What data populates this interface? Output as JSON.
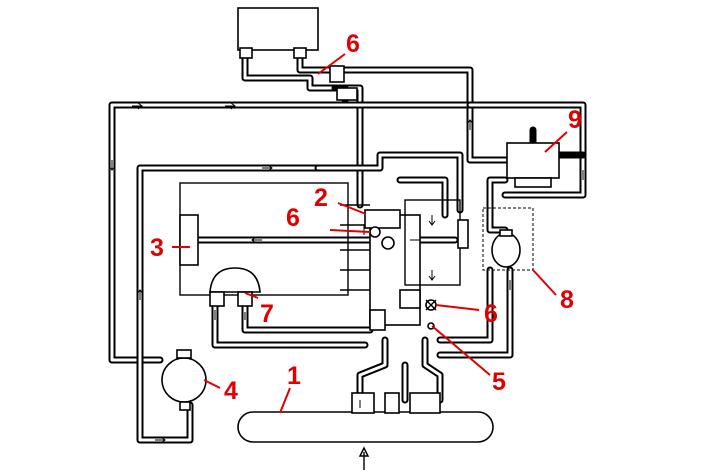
{
  "accent_color": "#e00000",
  "line_color": "#000000",
  "callouts": [
    {
      "id": "1",
      "label": "1"
    },
    {
      "id": "2",
      "label": "2"
    },
    {
      "id": "3",
      "label": "3"
    },
    {
      "id": "4",
      "label": "4"
    },
    {
      "id": "5",
      "label": "5"
    },
    {
      "id": "6a",
      "label": "6"
    },
    {
      "id": "6b",
      "label": "6"
    },
    {
      "id": "6c",
      "label": "6"
    },
    {
      "id": "7",
      "label": "7"
    },
    {
      "id": "8",
      "label": "8"
    },
    {
      "id": "9",
      "label": "9"
    }
  ]
}
